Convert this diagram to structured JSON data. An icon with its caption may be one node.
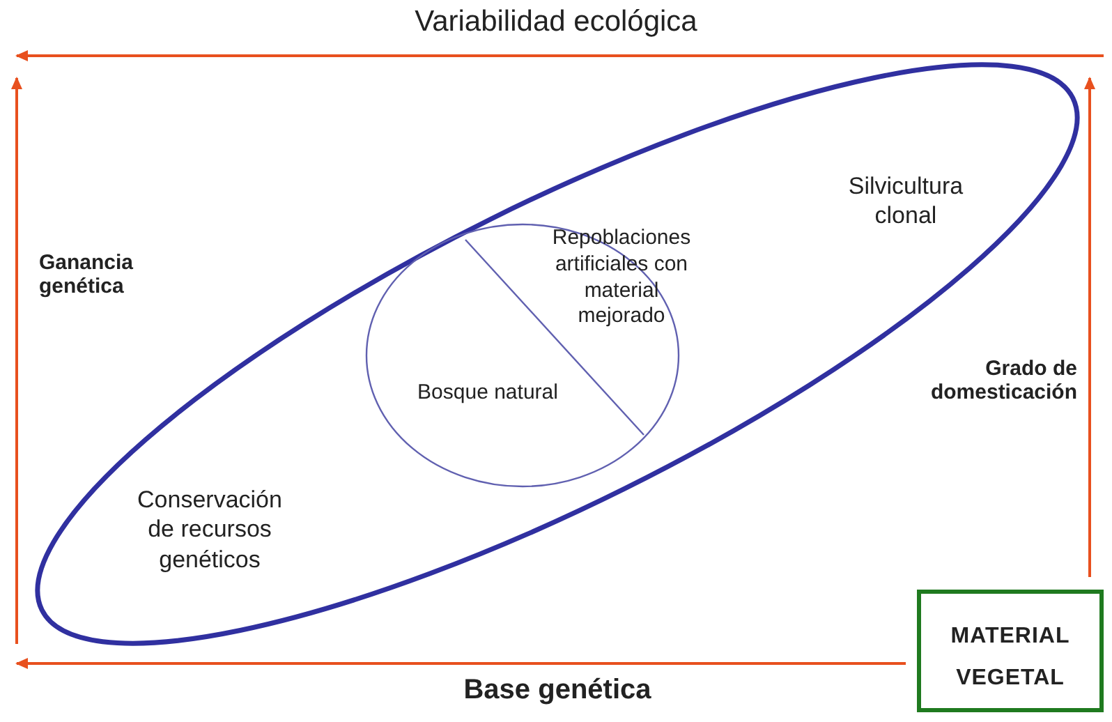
{
  "diagram": {
    "nodes": [
      {
        "text": [
          "Silvicultura clonal",
          "Conservación de recursos genéticos"
        ]
      },
      {
        "text": [
          "Repoblaciones artificiales con material mejorado",
          "Bosque natural"
        ],
        "in": 0
      },
      {
        "text": [
          "MATERIAL VEGETAL"
        ]
      }
    ],
    "labels": [
      "Variabilidad ecológica",
      "Ganancia genética",
      "Grado de domesticación",
      "Base genética"
    ]
  }
}
